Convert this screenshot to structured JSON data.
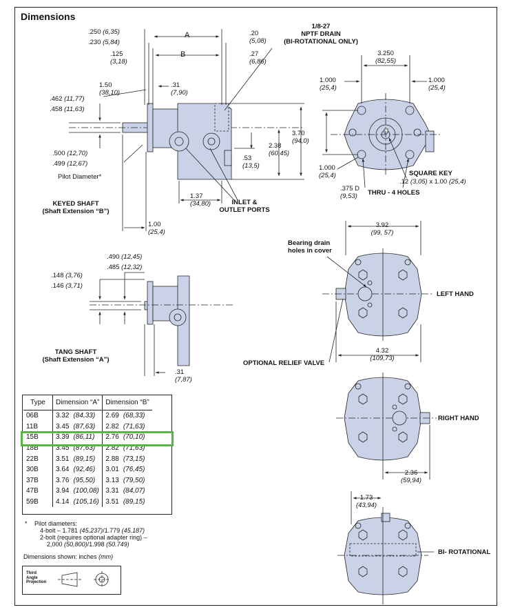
{
  "title": "Dimensions",
  "dims": {
    "a_top1": ".250",
    "a_top1_mm": "(6,35)",
    "a_top2": ".230",
    "a_top2_mm": "(5,84)",
    "label_a": "A",
    "d20": ".20",
    "d20_mm": "(5,08)",
    "drain1": "1/8-27",
    "drain2": "NPTF DRAIN",
    "drain3": "(BI-ROTATIONAL ONLY)",
    "d125": ".125",
    "d125_mm": "(3,18)",
    "label_b": "B",
    "d27": ".27",
    "d27_mm": "(6,86)",
    "d150": "1.50",
    "d150_mm": "(38,10)",
    "d31a": ".31",
    "d31a_mm": "(7,90)",
    "d462": ".462",
    "d462_mm": "(11,77)",
    "d458": ".458",
    "d458_mm": "(11,63)",
    "d370": "3.70",
    "d370_mm": "(94,0)",
    "d238": "2.38",
    "d238_mm": "(60,45)",
    "d53": ".53",
    "d53_mm": "(13,5)",
    "d500": ".500",
    "d500_mm": "(12,70)",
    "d499": ".499",
    "d499_mm": "(12,67)",
    "pilot": "Pilot Diameter*",
    "d137": "1.37",
    "d137_mm": "(34,80)",
    "ports1": "INLET &",
    "ports2": "OUTLET PORTS",
    "keyed1": "KEYED SHAFT",
    "keyed2": "(Shaft Extension “B”)",
    "d100": "1.00",
    "d100_mm": "(25,4)",
    "d3250": "3.250",
    "d3250_mm": "(82,55)",
    "d1000a": "1.000",
    "d1000a_mm": "(25,4)",
    "d1000b": "1.000",
    "d1000b_mm": "(25,4)",
    "d1000c": "1.000",
    "d1000c_mm": "(25,4)",
    "sqkey": "SQUARE KEY",
    "sqkey_dim_a": ".12",
    "sqkey_dim_b": "(3,05)",
    "sqkey_dim_c": "x 1.00",
    "sqkey_dim_d": "(25,4)",
    "d375": ".375 D",
    "d375_mm": "(9,53)",
    "thru": "THRU - 4 HOLES",
    "d392": "3.92",
    "d392_mm": "(99, 57)",
    "bearing1": "Bearing drain",
    "bearing2": "holes in cover",
    "left_hand": "LEFT HAND",
    "d490": ".490",
    "d490_mm": "(12,45)",
    "d485": ".485",
    "d485_mm": "(12,32)",
    "d148": ".148",
    "d148_mm": "(3,76)",
    "d146": ".146",
    "d146_mm": "(3,71)",
    "tang1": "TANG SHAFT",
    "tang2": "(Shaft Extension “A”)",
    "d31b": ".31",
    "d31b_mm": "(7,87)",
    "relief": "OPTIONAL RELIEF VALVE",
    "d432": "4.32",
    "d432_mm": "(109,73)",
    "right_hand": "RIGHT HAND",
    "d236": "2.36",
    "d236_mm": "(59,94)",
    "d173": "1.73",
    "d173_mm": "(43,94)",
    "bi_rot": "BI- ROTATIONAL"
  },
  "table": {
    "headers": [
      "Type",
      "Dimension “A”",
      "Dimension “B”"
    ],
    "rows": [
      {
        "type": "06B",
        "a": "3.32",
        "a_mm": "(84,33)",
        "b": "2.69",
        "b_mm": "(68,33)"
      },
      {
        "type": "11B",
        "a": "3.45",
        "a_mm": "(87,63)",
        "b": "2.82",
        "b_mm": "(71,63)"
      },
      {
        "type": "15B",
        "a": "3.39",
        "a_mm": "(86,11)",
        "b": "2.76",
        "b_mm": "(70,10)"
      },
      {
        "type": "18B",
        "a": "3.45",
        "a_mm": "(87,63)",
        "b": "2.82",
        "b_mm": "(71,63)"
      },
      {
        "type": "22B",
        "a": "3.51",
        "a_mm": "(89,15)",
        "b": "2.88",
        "b_mm": "(73,15)"
      },
      {
        "type": "30B",
        "a": "3.64",
        "a_mm": "(92,46)",
        "b": "3.01",
        "b_mm": "(76,45)"
      },
      {
        "type": "37B",
        "a": "3.76",
        "a_mm": "(95,50)",
        "b": "3.13",
        "b_mm": "(79,50)"
      },
      {
        "type": "47B",
        "a": "3.94",
        "a_mm": "(100,08)",
        "b": "3.31",
        "b_mm": "(84,07)"
      },
      {
        "type": "59B",
        "a": "4.14",
        "a_mm": "(105,16)",
        "b": "3.51",
        "b_mm": "(89,15)"
      }
    ],
    "highlight_type": "15B",
    "highlight_color": "#57b545"
  },
  "footnote": {
    "star": "*",
    "line1": "Pilot diameters:",
    "line2a": "4-bolt – 1.781",
    "line2b": "(45.237)",
    "line2c": "/1.779",
    "line2d": "(45.187)",
    "line3": "2-bolt (requires optional adapter ring) –",
    "line4a": "2,000",
    "line4b": "(50,800)",
    "line4c": "/1.998",
    "line4d": "(50.749)",
    "units_a": "Dimensions shown:  inches",
    "units_b": "(mm)"
  },
  "projection": {
    "line1": "Third",
    "line2": "Angle",
    "line3": "Projection"
  },
  "colors": {
    "pump_fill": "#c9d2e6",
    "pump_stroke": "#2a2f3a",
    "line": "#222222"
  }
}
